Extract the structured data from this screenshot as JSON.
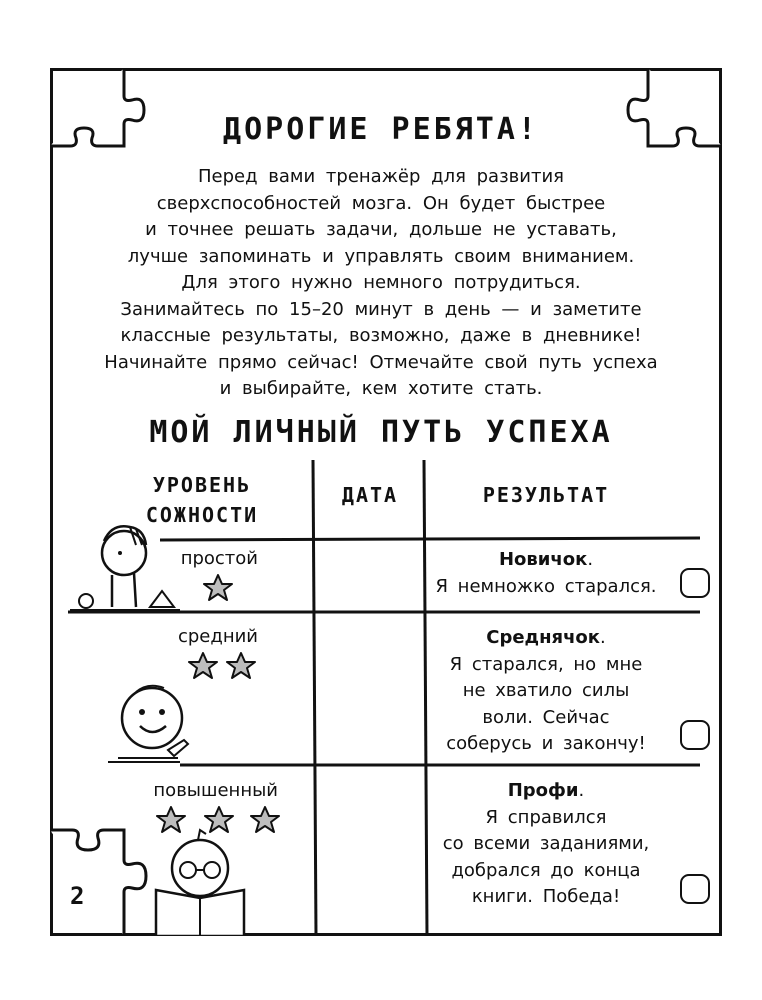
{
  "heading": "ДОРОГИЕ РЕБЯТА!",
  "intro_lines": [
    "Перед вами тренажёр для развития",
    "сверхспособностей мозга. Он будет быстрее",
    "и точнее решать задачи, дольше не уставать,",
    "лучше запоминать и управлять своим вниманием.",
    "Для этого нужно немного потрудиться.",
    "Занимайтесь по 15–20 минут в день — и заметите",
    "классные результаты, возможно, даже в дневнике!",
    "Начинайте прямо сейчас! Отмечайте свой путь успеха",
    "и выбирайте, кем хотите стать."
  ],
  "table_title": "МОЙ ЛИЧНЫЙ ПУТЬ УСПЕХА",
  "columns": {
    "level_line1": "УРОВЕНЬ",
    "level_line2": "СОЖНОСТИ",
    "date": "ДАТА",
    "result": "РЕЗУЛЬТАТ"
  },
  "rows": [
    {
      "level": "простой",
      "stars": 1,
      "result_name": "Новичок",
      "result_lines": [
        "Я немножко старался."
      ],
      "checked": false
    },
    {
      "level": "средний",
      "stars": 2,
      "result_name": "Среднячок",
      "result_lines": [
        "Я старался, но мне",
        "не хватило силы",
        "воли. Сейчас",
        "соберусь и закончу!"
      ],
      "checked": false
    },
    {
      "level": "повышенный",
      "stars": 3,
      "result_name": "Профи",
      "result_lines": [
        "Я справился",
        "со всеми заданиями,",
        "добрался до конца",
        "книги. Победа!"
      ],
      "checked": false
    }
  ],
  "page_number": "2"
}
